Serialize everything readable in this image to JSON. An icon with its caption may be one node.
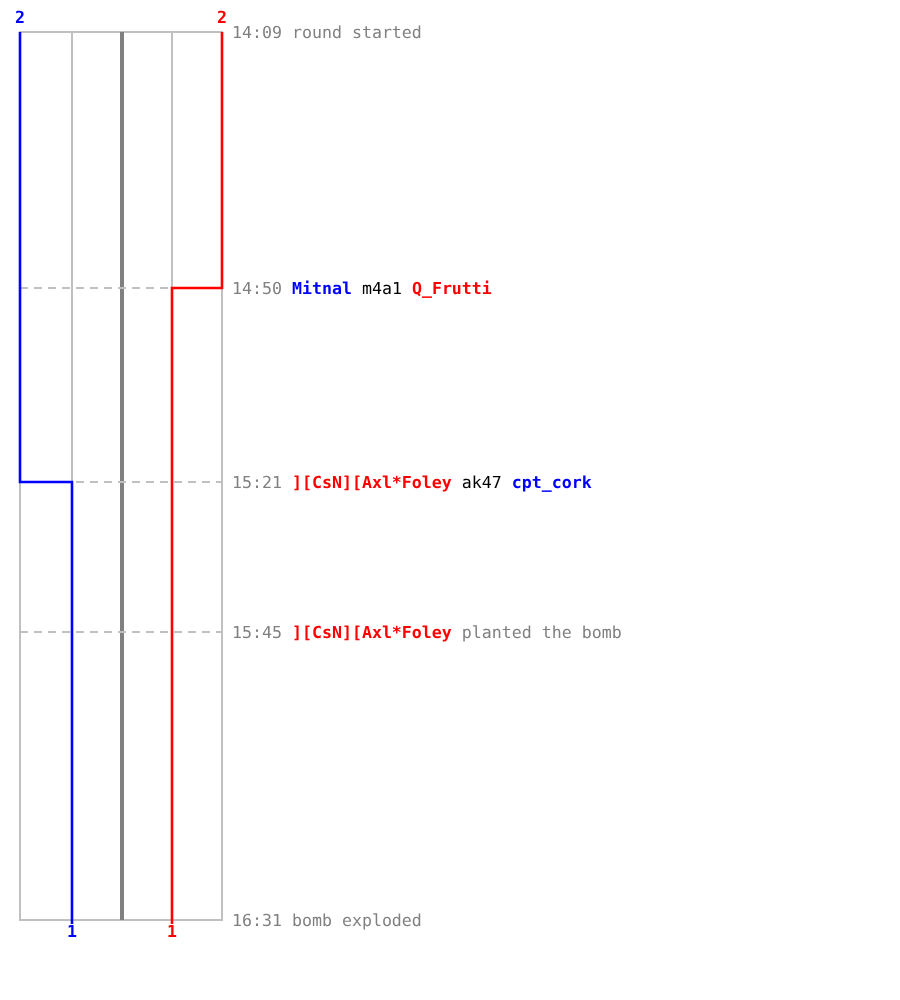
{
  "diagram": {
    "labels": [
      "2",
      "2",
      "14:09",
      "round started",
      "14:50",
      "Mitnal",
      "m4a1",
      "Q_Frutti",
      "15:21",
      "][CsN][Axl*Foley",
      "ak47",
      "cpt_cork",
      "15:45",
      "][CsN][Axl*Foley",
      "planted the bomb",
      "16:31",
      "bomb exploded",
      "1",
      "1"
    ]
  }
}
